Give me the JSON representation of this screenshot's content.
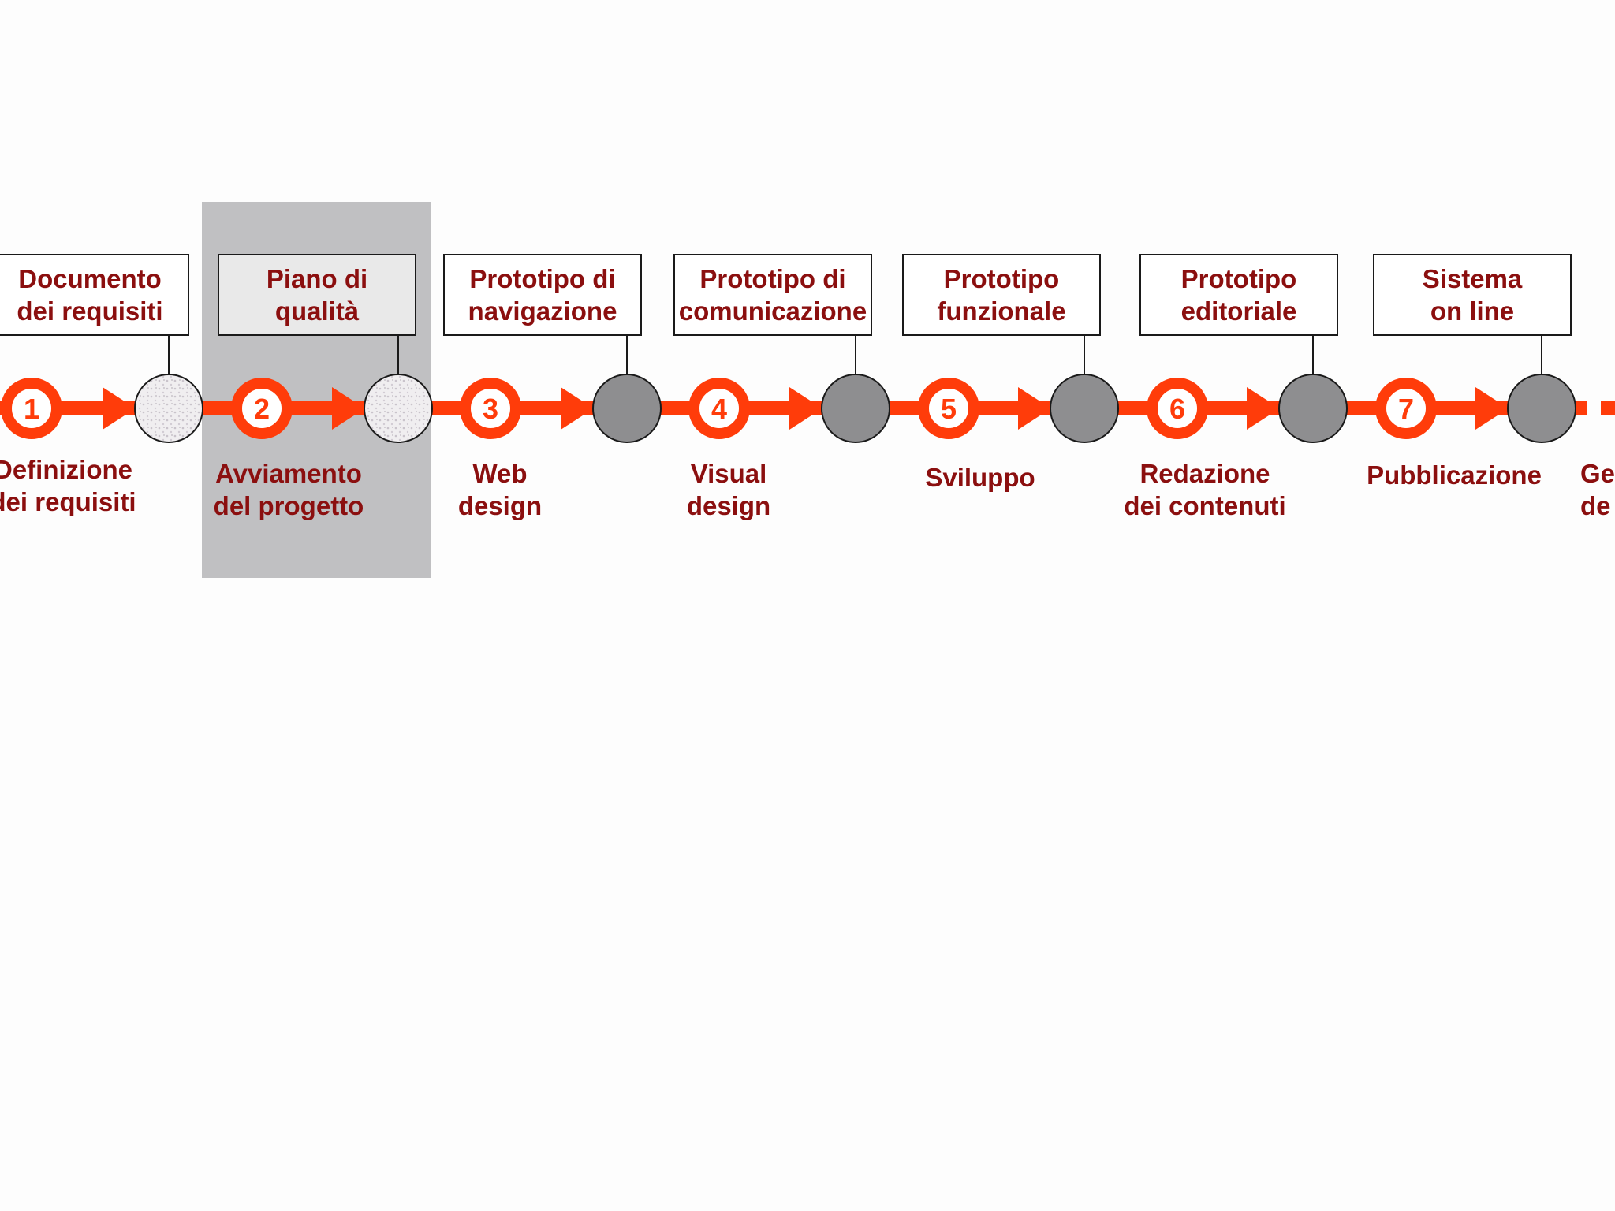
{
  "colors": {
    "accent": "#ff3c0a",
    "text": "#8b0f0f",
    "milestone_dark": "#8e8e90",
    "milestone_light": "#f0eef0",
    "highlight": "#c0c0c2"
  },
  "phases": [
    {
      "number": "1",
      "line1": "Definizione",
      "line2": "dei requisiti"
    },
    {
      "number": "2",
      "line1": "Avviamento",
      "line2": "del progetto"
    },
    {
      "number": "3",
      "line1": "Web",
      "line2": "design"
    },
    {
      "number": "4",
      "line1": "Visual",
      "line2": "design"
    },
    {
      "number": "5",
      "line1": "Sviluppo",
      "line2": ""
    },
    {
      "number": "6",
      "line1": "Redazione",
      "line2": "dei contenuti"
    },
    {
      "number": "7",
      "line1": "Pubblicazione",
      "line2": ""
    },
    {
      "number": "",
      "line1": "Ge",
      "line2": "de"
    }
  ],
  "deliverables": [
    {
      "line1": "Documento",
      "line2": "dei requisiti",
      "milestone": "light"
    },
    {
      "line1": "Piano di",
      "line2": "qualità",
      "milestone": "light"
    },
    {
      "line1": "Prototipo di",
      "line2": "navigazione",
      "milestone": "dark"
    },
    {
      "line1": "Prototipo di",
      "line2": "comunicazione",
      "milestone": "dark"
    },
    {
      "line1": "Prototipo",
      "line2": "funzionale",
      "milestone": "dark"
    },
    {
      "line1": "Prototipo",
      "line2": "editoriale",
      "milestone": "dark"
    },
    {
      "line1": "Sistema",
      "line2": "on line",
      "milestone": "dark"
    }
  ],
  "highlighted_phase": "2"
}
